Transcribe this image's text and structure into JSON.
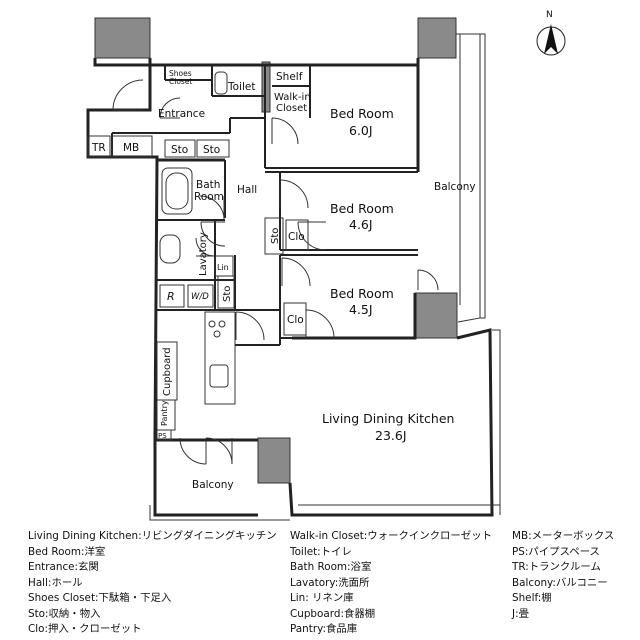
{
  "compass": {
    "label": "N"
  },
  "rooms": {
    "shoes_closet_a": "Shoes",
    "shoes_closet_b": "Closet",
    "toilet": "Toilet",
    "shelf": "Shelf",
    "walkin_a": "Walk-in",
    "walkin_b": "Closet",
    "entrance": "Entrance",
    "tr": "TR",
    "mb": "MB",
    "sto_1": "Sto",
    "sto_2": "Sto",
    "bed1_name": "Bed Room",
    "bed1_size": "6.0J",
    "bath_a": "Bath",
    "bath_b": "Room",
    "hall": "Hall",
    "balcony_right": "Balcony",
    "bed2_name": "Bed Room",
    "bed2_size": "4.6J",
    "sto_3": "Sto",
    "clo_1": "Clo",
    "lavatory": "Lavatory",
    "lin": "Lin",
    "r": "R",
    "wd": "W/D",
    "sto_4": "Sto",
    "bed3_name": "Bed Room",
    "bed3_size": "4.5J",
    "clo_2": "Clo",
    "cupboard": "Cupboard",
    "pantry": "Pantry",
    "ps": "PS",
    "ldk_name": "Living Dining Kitchen",
    "ldk_size": "23.6J",
    "balcony_bottom": "Balcony"
  },
  "legend": {
    "col1": [
      "Living Dining Kitchen:リビングダイニングキッチン",
      "Bed Room:洋室",
      "Entrance:玄関",
      "Hall:ホール",
      "Shoes Closet:下駄箱・下足入",
      "Sto:収納・物入",
      "Clo:押入・クローゼット"
    ],
    "col2": [
      "Walk-in Closet:ウォークインクローゼット",
      "Toilet:トイレ",
      "Bath Room:浴室",
      "Lavatory:洗面所",
      "Lin: リネン庫",
      "Cupboard:食器棚",
      "Pantry:食品庫"
    ],
    "col3": [
      "MB:メーターボックス",
      "PS:パイプスペース",
      "TR:トランクルーム",
      "Balcony:バルコニー",
      "Shelf:棚",
      "J:畳"
    ]
  }
}
